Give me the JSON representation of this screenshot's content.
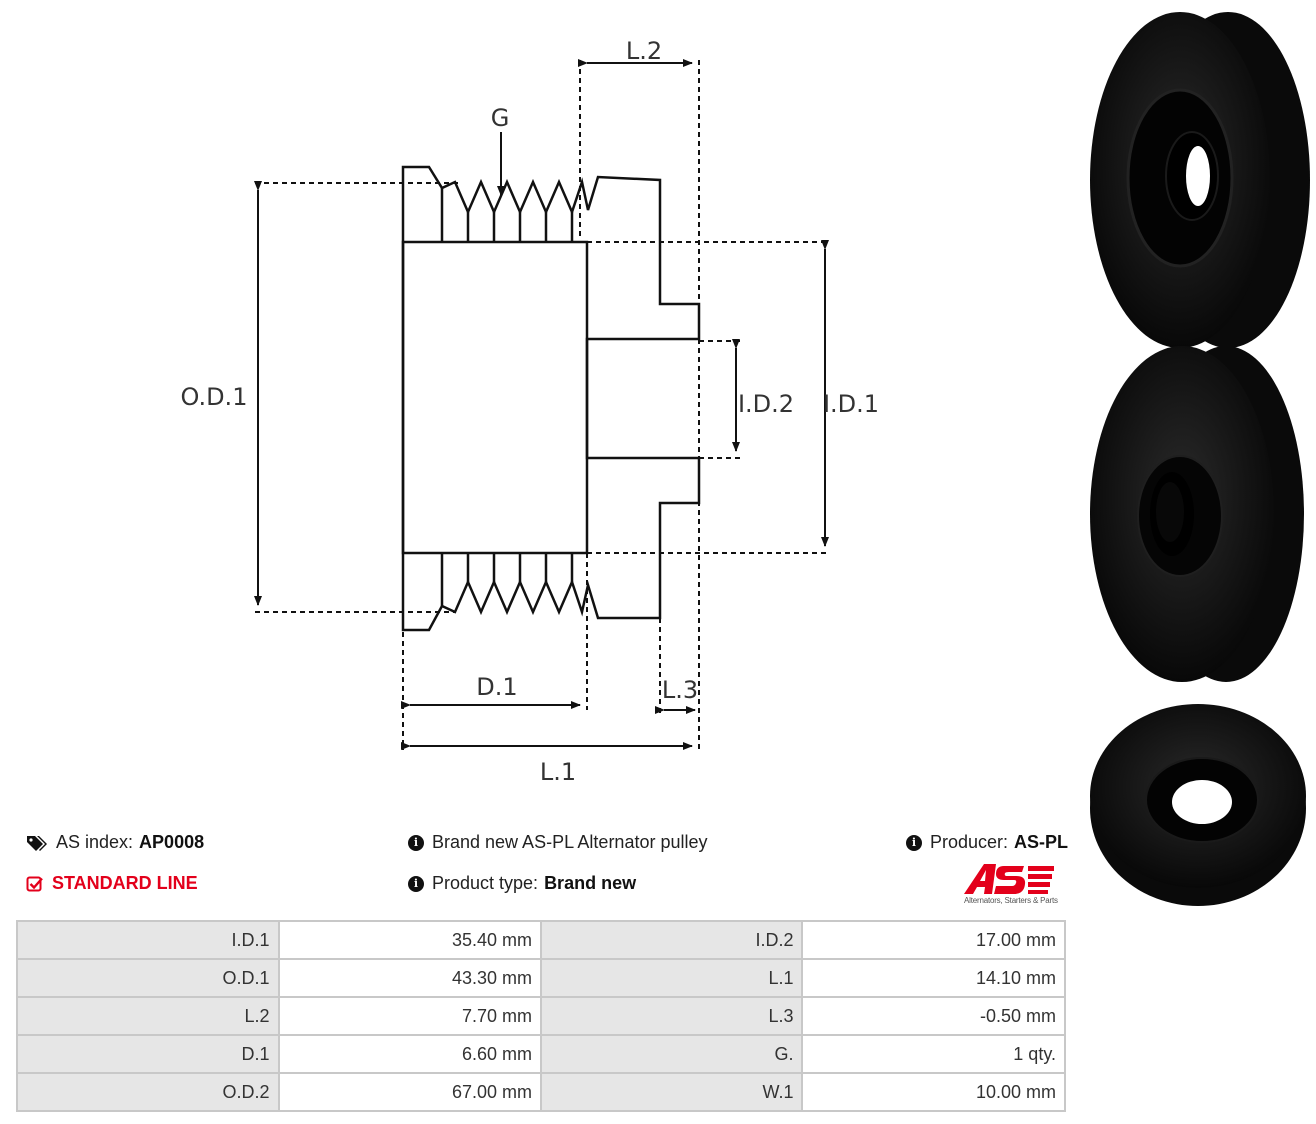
{
  "diagram": {
    "labels": {
      "g": "G",
      "l2": "L.2",
      "od1": "O.D.1",
      "id2": "I.D.2",
      "id1": "I.D.1",
      "d1": "D.1",
      "l3": "L.3",
      "l1": "L.1"
    }
  },
  "info": {
    "as_index_label": "AS index:",
    "as_index_value": "AP0008",
    "standard_line": "STANDARD LINE",
    "description": "Brand new AS-PL Alternator pulley",
    "product_type_label": "Product type:",
    "product_type_value": "Brand new",
    "producer_label": "Producer:",
    "producer_value": "AS-PL"
  },
  "logo": {
    "caption": "Alternators, Starters & Parts"
  },
  "specs": [
    [
      {
        "k": "I.D.1",
        "v": "35.40 mm"
      },
      {
        "k": "I.D.2",
        "v": "17.00 mm"
      }
    ],
    [
      {
        "k": "O.D.1",
        "v": "43.30 mm"
      },
      {
        "k": "L.1",
        "v": "14.10 mm"
      }
    ],
    [
      {
        "k": "L.2",
        "v": "7.70 mm"
      },
      {
        "k": "L.3",
        "v": "-0.50 mm"
      }
    ],
    [
      {
        "k": "D.1",
        "v": "6.60 mm"
      },
      {
        "k": "G.",
        "v": "1 qty."
      }
    ],
    [
      {
        "k": "O.D.2",
        "v": "67.00 mm"
      },
      {
        "k": "W.1",
        "v": "10.00 mm"
      }
    ]
  ],
  "colors": {
    "accent_red": "#e3001b",
    "table_key_bg": "#e6e6e6",
    "table_border": "#c8c8c8"
  }
}
